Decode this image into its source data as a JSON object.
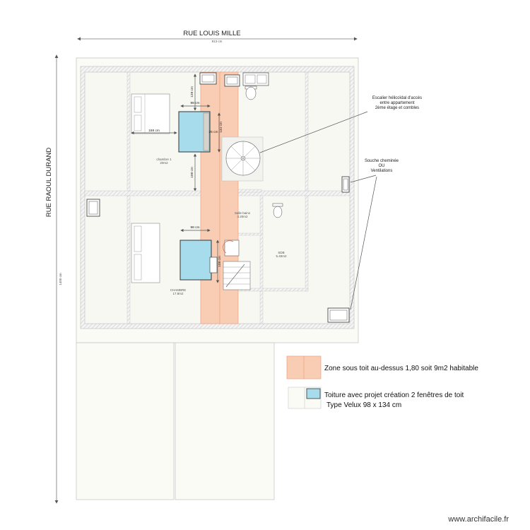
{
  "streets": {
    "top": "RUE LOUIS MILLE",
    "left": "RUE RAOUL DURAND"
  },
  "overall_dims": {
    "width": "913 cm",
    "height": "1400 cm"
  },
  "rooms": {
    "chambre1_name": "chambre 1",
    "chambre1_area": "20m2",
    "chambre2_name": "CHAMBRE",
    "chambre2_area": "17.8m2",
    "bath_name": "Salle bains",
    "bath_area": "3.20m2",
    "other_name": "SDB",
    "other_area": "5.40m2"
  },
  "dims": {
    "d1": "128 cm",
    "d2": "98 cm",
    "d3": "158 cm",
    "d4": "25 cm",
    "d5": "134 cm",
    "d6": "108 cm",
    "d7": "98 cm",
    "d8": "108 cm"
  },
  "annotations": {
    "stair": [
      "Escalier hélicoïdal d'accès",
      "entre appartement",
      "2ème étage et combles"
    ],
    "chimney": [
      "Souche cheminée",
      "OU",
      "Ventilations"
    ]
  },
  "legend": {
    "zone": "Zone sous toit au-dessus 1,80 soit 9m2 habitable",
    "velux_line1": "Toiture avec projet création 2 fenêtres de toit",
    "velux_line2": "Type Velux 98 x 134 cm"
  },
  "colors": {
    "zone_fill": "#f8cdb4",
    "zone_stroke": "#f0a888",
    "velux_fill": "#a6dcec",
    "velux_stroke": "#333333",
    "roof_fill": "#fbfbf6",
    "hatch": "#d8d8d8"
  },
  "watermark": "www.archifacile.fr"
}
